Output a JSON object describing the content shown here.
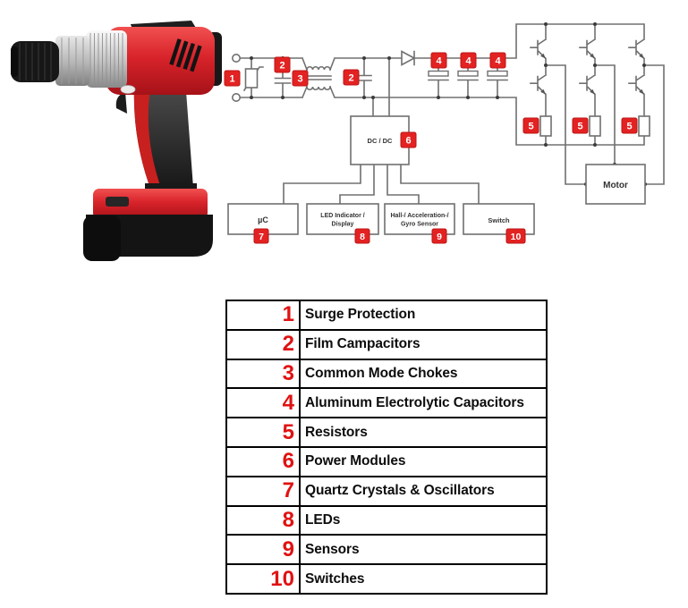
{
  "colors": {
    "badge_red": "#e32222",
    "badge_border_red": "#bc1414",
    "legend_number_red": "#e01212",
    "wire_gray": "#707070",
    "drill_red": "#d8232a"
  },
  "circuit": {
    "badges": [
      "1",
      "2",
      "3",
      "2",
      "4",
      "4",
      "4",
      "5",
      "5",
      "5",
      "6",
      "7",
      "8",
      "9",
      "10"
    ],
    "blocks": {
      "dcdc": "DC / DC",
      "motor": "Motor",
      "mcu": "µC",
      "led_line1": "LED Indicator /",
      "led_line2": "Display",
      "sensor_line1": "Hall-/ Acceleration-/",
      "sensor_line2": "Gyro Sensor",
      "switch": "Switch"
    }
  },
  "legend": {
    "rows": [
      {
        "num": "1",
        "label": "Surge Protection"
      },
      {
        "num": "2",
        "label": "Film Campacitors"
      },
      {
        "num": "3",
        "label": "Common Mode Chokes"
      },
      {
        "num": "4",
        "label": "Aluminum Electrolytic Capacitors"
      },
      {
        "num": "5",
        "label": "Resistors"
      },
      {
        "num": "6",
        "label": "Power Modules"
      },
      {
        "num": "7",
        "label": "Quartz Crystals & Oscillators"
      },
      {
        "num": "8",
        "label": "LEDs"
      },
      {
        "num": "9",
        "label": "Sensors"
      },
      {
        "num": "10",
        "label": "Switches"
      }
    ]
  }
}
